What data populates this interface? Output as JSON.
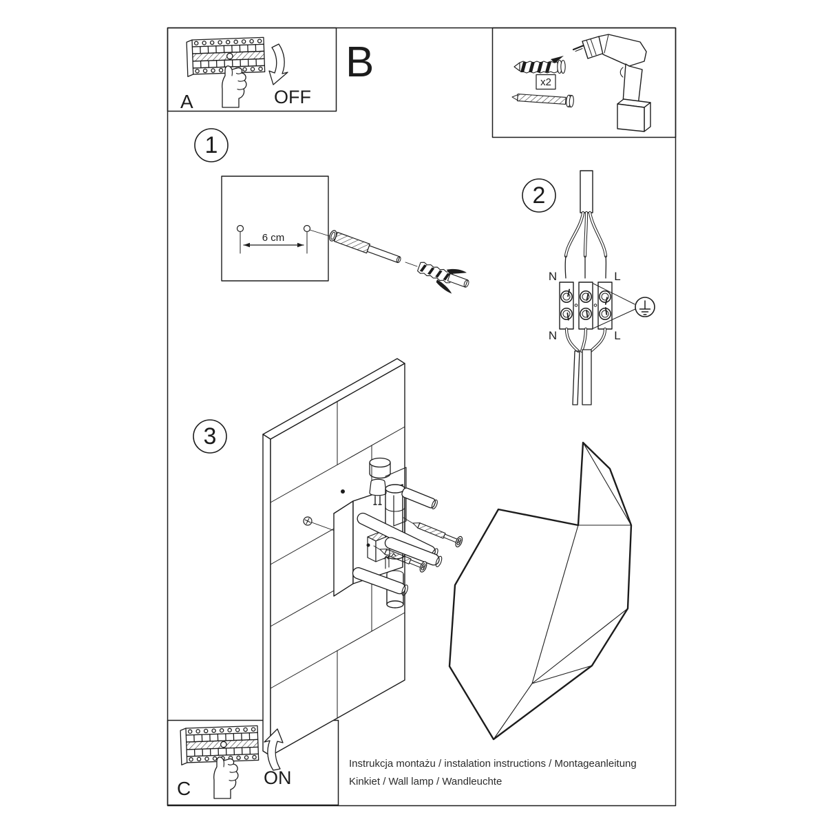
{
  "colors": {
    "ink": "#1c1c1c",
    "paper": "#ffffff"
  },
  "panels": {
    "a": {
      "label": "A",
      "state": "OFF"
    },
    "b": {
      "label": "B"
    },
    "c": {
      "label": "C",
      "state": "ON"
    }
  },
  "parts": {
    "quantity": "x2"
  },
  "steps": {
    "one": {
      "number": "1",
      "hole_distance": "6 cm"
    },
    "two": {
      "number": "2",
      "labels": {
        "n_top": "N",
        "l_top": "L",
        "n_bottom": "N",
        "l_bottom": "L"
      }
    },
    "three": {
      "number": "3"
    }
  },
  "footer": {
    "title_line": "Instrukcja montażu / instalation instructions / Montageanleitung",
    "product_line": "Kinkiet / Wall lamp / Wandleuchte"
  }
}
